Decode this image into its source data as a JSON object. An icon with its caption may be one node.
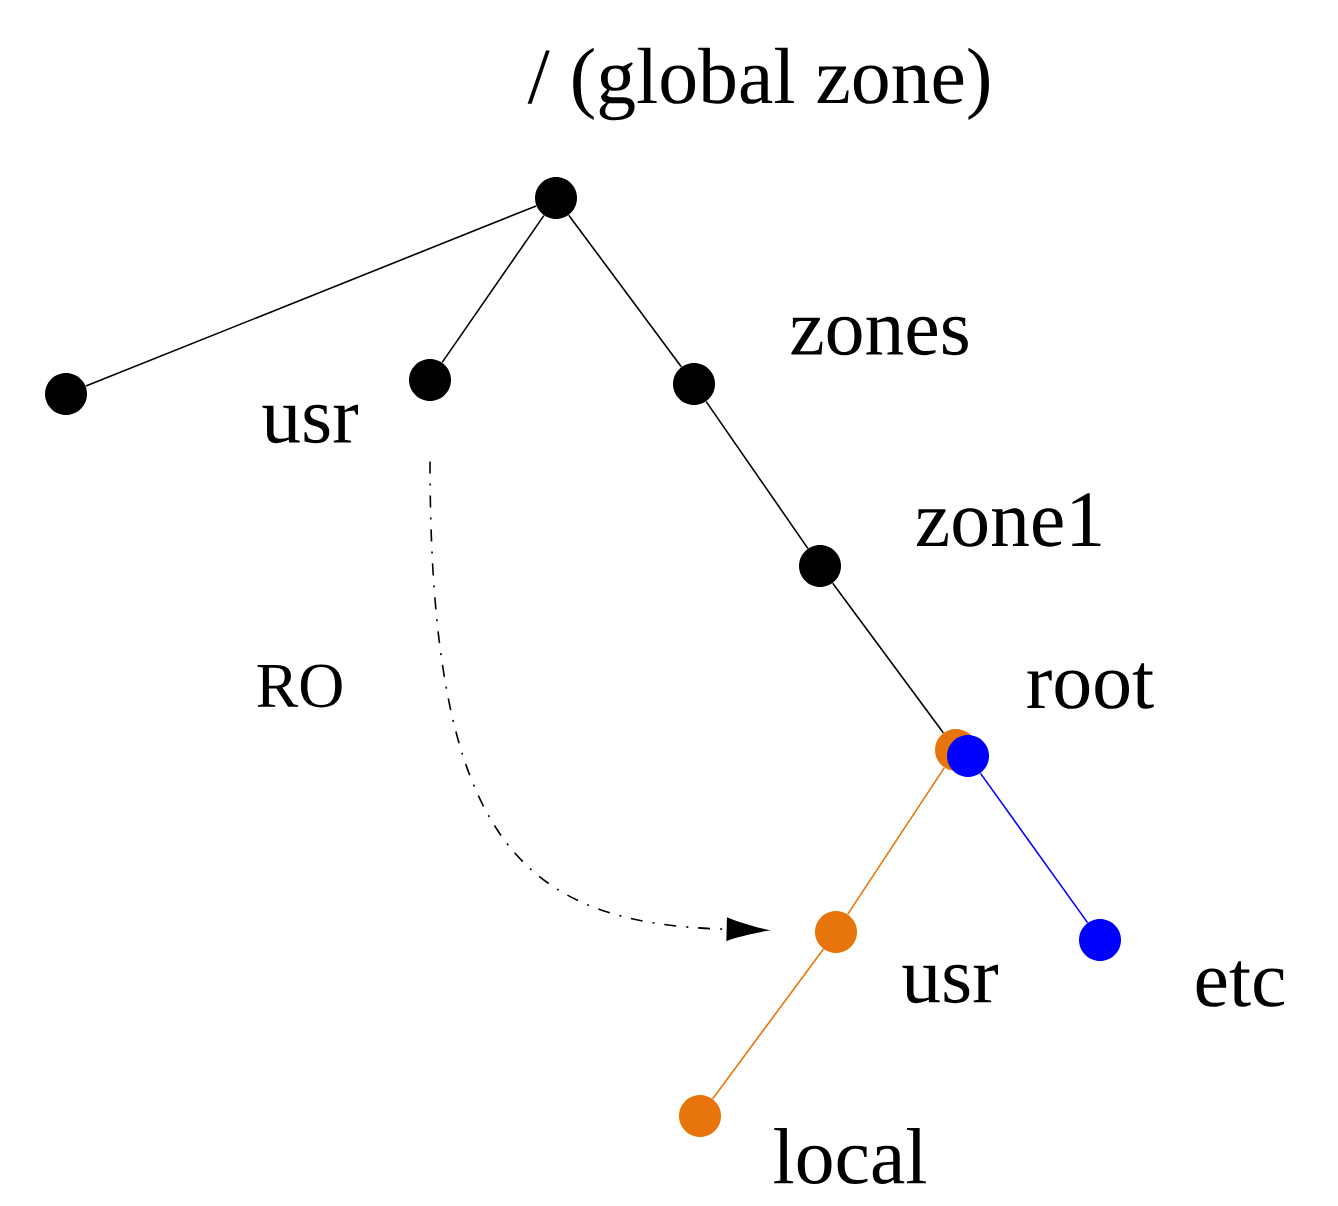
{
  "diagram": {
    "nodes": [
      {
        "text": [],
        "shape": "circle",
        "beside": [
          "/ (global zone)"
        ]
      },
      {
        "text": [],
        "shape": "circle"
      },
      {
        "text": [],
        "shape": "circle",
        "beside": [
          "usr"
        ]
      },
      {
        "text": [],
        "shape": "circle",
        "beside": [
          "zones"
        ]
      },
      {
        "text": [],
        "shape": "circle",
        "beside": [
          "zone1"
        ]
      },
      {
        "text": [],
        "shape": "circle",
        "beside": [
          "root"
        ]
      },
      {
        "text": [],
        "shape": "circle"
      },
      {
        "text": [],
        "shape": "circle",
        "beside": [
          "usr"
        ]
      },
      {
        "text": [],
        "shape": "circle",
        "beside": [
          "etc"
        ]
      },
      {
        "text": [],
        "shape": "circle",
        "beside": [
          "local"
        ]
      }
    ],
    "edges": [
      {
        "from": 0,
        "to": 1,
        "arrow": "none"
      },
      {
        "from": 0,
        "to": 2,
        "arrow": "none"
      },
      {
        "from": 0,
        "to": 3,
        "arrow": "none"
      },
      {
        "from": 3,
        "to": 4,
        "arrow": "none"
      },
      {
        "from": 4,
        "to": 5,
        "arrow": "none"
      },
      {
        "from": 5,
        "to": 7,
        "arrow": "none",
        "color": "#e8740c"
      },
      {
        "from": 7,
        "to": 9,
        "arrow": "none",
        "color": "#e8740c"
      },
      {
        "from": 6,
        "to": 8,
        "arrow": "none",
        "color": "#0000ff"
      },
      {
        "from": 2,
        "to": 7,
        "arrow": "to",
        "style": "dashed",
        "label": "RO"
      }
    ]
  }
}
